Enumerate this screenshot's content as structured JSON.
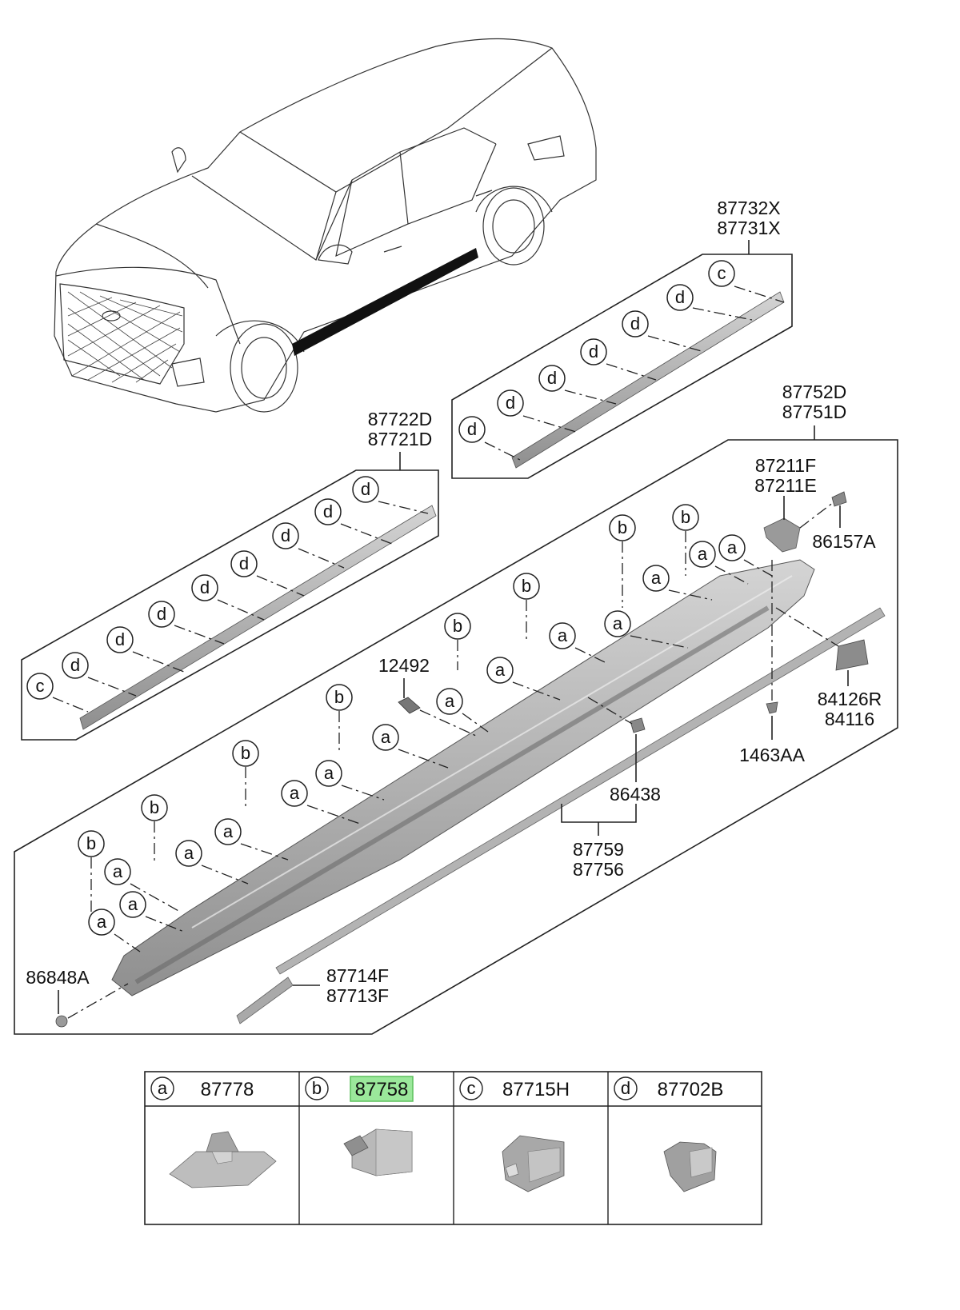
{
  "callouts": {
    "c_87732X": "87732X",
    "c_87731X": "87731X",
    "c_87722D": "87722D",
    "c_87721D": "87721D",
    "c_87752D": "87752D",
    "c_87751D": "87751D",
    "c_87211F": "87211F",
    "c_87211E": "87211E",
    "c_86157A": "86157A",
    "c_12492": "12492",
    "c_84126R": "84126R",
    "c_84116": "84116",
    "c_1463AA": "1463AA",
    "c_86438": "86438",
    "c_87759": "87759",
    "c_87756": "87756",
    "c_86848A": "86848A",
    "c_87714F": "87714F",
    "c_87713F": "87713F"
  },
  "letters": {
    "a": "a",
    "b": "b",
    "c": "c",
    "d": "d"
  },
  "legend": {
    "items": [
      {
        "letter": "a",
        "part": "87778",
        "highlighted": false
      },
      {
        "letter": "b",
        "part": "87758",
        "highlighted": true
      },
      {
        "letter": "c",
        "part": "87715H",
        "highlighted": false
      },
      {
        "letter": "d",
        "part": "87702B",
        "highlighted": false
      }
    ],
    "highlight_color": "#9be89b",
    "highlight_border": "#5cc05c"
  },
  "colors": {
    "line": "#222222",
    "part_gray": "#b9b9b9",
    "part_dark": "#8c8c8c",
    "side_sill_stripe": "#111111"
  }
}
